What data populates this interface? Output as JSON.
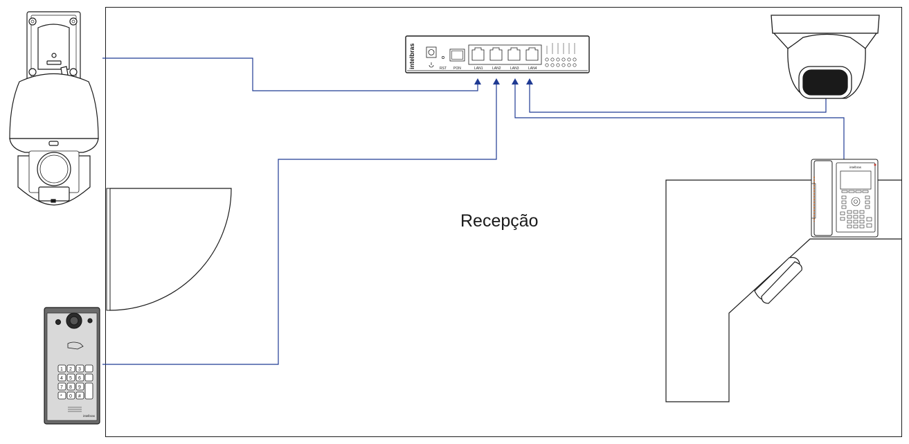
{
  "room": {
    "label": "Recepção"
  },
  "router": {
    "brand": "intelbras",
    "model": "",
    "ports": {
      "rst": "RST",
      "pon": "PON",
      "lan1": "LAN1",
      "lan2": "LAN2",
      "lan3": "LAN3",
      "lan4": "LAN4"
    }
  },
  "intercom": {
    "brand": "intelbras",
    "keys": [
      "1",
      "2",
      "3",
      "4",
      "5",
      "6",
      "7",
      "8",
      "9",
      "*",
      "0",
      "#"
    ]
  },
  "ip_phone": {
    "brand": "intelbras"
  },
  "colors": {
    "cable": "#1f3a93",
    "outline": "#1a1a1a"
  }
}
